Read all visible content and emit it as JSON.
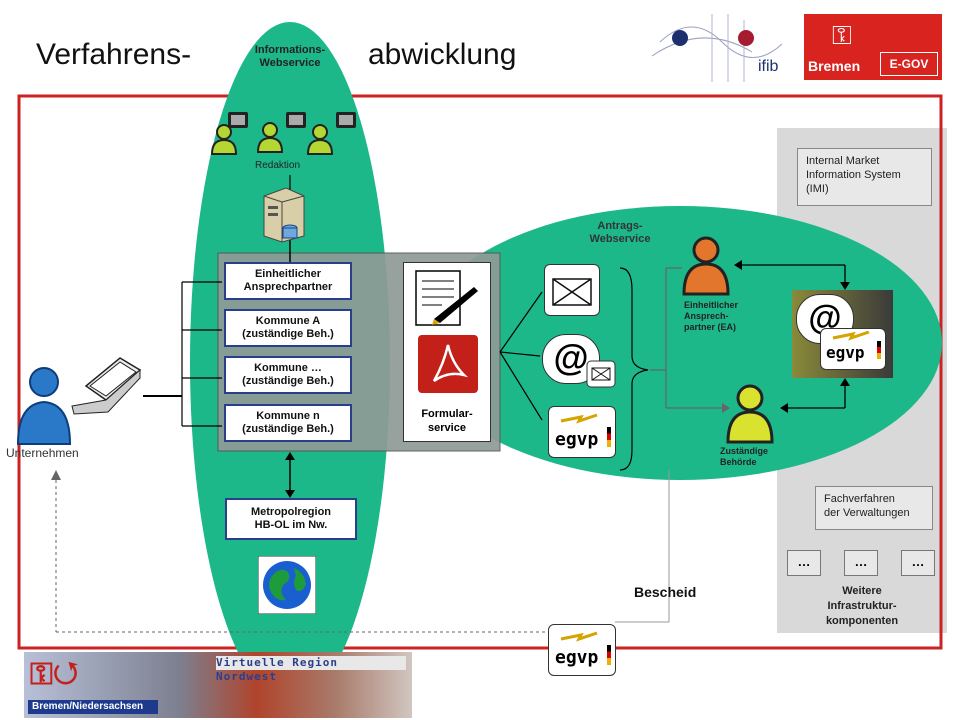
{
  "header": {
    "title_left": "Verfahrens-",
    "title_right": "abwicklung",
    "logo_ifib": "ifib",
    "logo_bremen": "Bremen",
    "logo_egov": "E-GOV"
  },
  "info_webservice": {
    "title": "Informations-\nWebservice",
    "redaktion": "Redaktion",
    "eap": "Einheitlicher\nAnsprechpartner",
    "kommune_a": "Kommune A\n(zuständige Beh.)",
    "kommune_x": "Kommune …\n(zuständige Beh.)",
    "kommune_n": "Kommune n\n(zuständige Beh.)",
    "metropol": "Metropolregion\nHB-OL im Nw."
  },
  "formular": {
    "label": "Formular-\nservice"
  },
  "antrags": {
    "title": "Antrags-\nWebservice",
    "ea_label": "Einheitlicher\nAnsprech-\npartner (EA)",
    "behoerde_label": "Zuständige\nBehörde"
  },
  "unternehmen": "Unternehmen",
  "bescheid": "Bescheid",
  "egvp": "egvp",
  "at": "@",
  "right_panel": {
    "imi": "Internal  Market\nInformation System\n(IMI)",
    "fachverfahren": "Fachverfahren\nder Verwaltungen",
    "dots": [
      "…",
      "…",
      "…"
    ],
    "weitere": "Weitere\nInfrastruktur-\nkomponenten"
  },
  "banner": {
    "text": "Virtuelle  Region  Nordwest",
    "region": "Bremen/Niedersachsen"
  },
  "colors": {
    "ellipse": "#1db88a",
    "frame": "#cc2222",
    "box_border": "#2b3e8c",
    "panel": "#d9d9d9"
  }
}
